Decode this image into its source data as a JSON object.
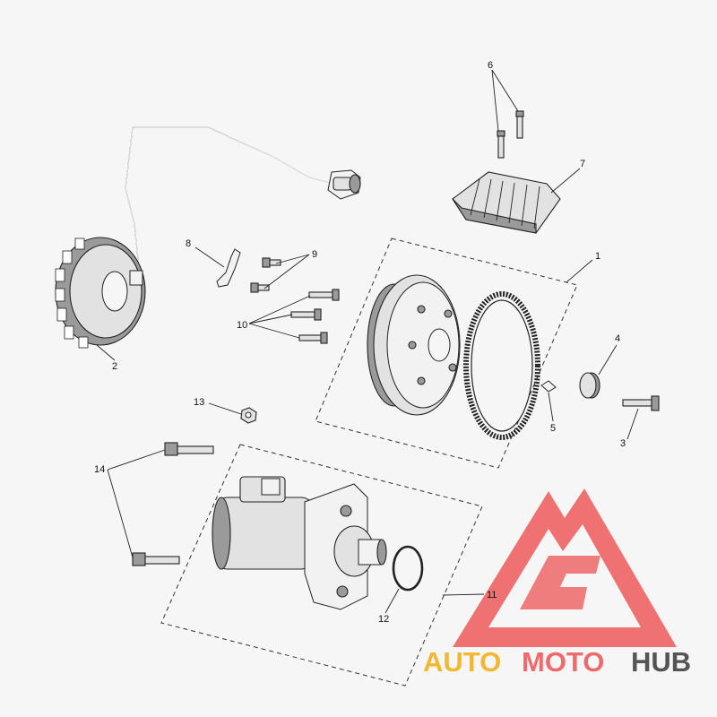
{
  "diagram": {
    "callouts": [
      {
        "id": "1",
        "text": "1"
      },
      {
        "id": "2",
        "text": "2"
      },
      {
        "id": "3",
        "text": "3"
      },
      {
        "id": "4",
        "text": "4"
      },
      {
        "id": "5",
        "text": "5"
      },
      {
        "id": "6",
        "text": "6"
      },
      {
        "id": "7",
        "text": "7"
      },
      {
        "id": "8",
        "text": "8"
      },
      {
        "id": "9",
        "text": "9"
      },
      {
        "id": "10",
        "text": "10"
      },
      {
        "id": "11",
        "text": "11"
      },
      {
        "id": "12",
        "text": "12"
      },
      {
        "id": "13",
        "text": "13"
      },
      {
        "id": "14",
        "text": "14"
      }
    ]
  },
  "watermark": {
    "auto": "AUTO",
    "moto": "MOTO",
    "hub": "HUB",
    "colors": {
      "auto": "#f2b733",
      "moto": "#ef6b6b",
      "hub": "#555555",
      "logo": "#ef5a5a"
    }
  }
}
